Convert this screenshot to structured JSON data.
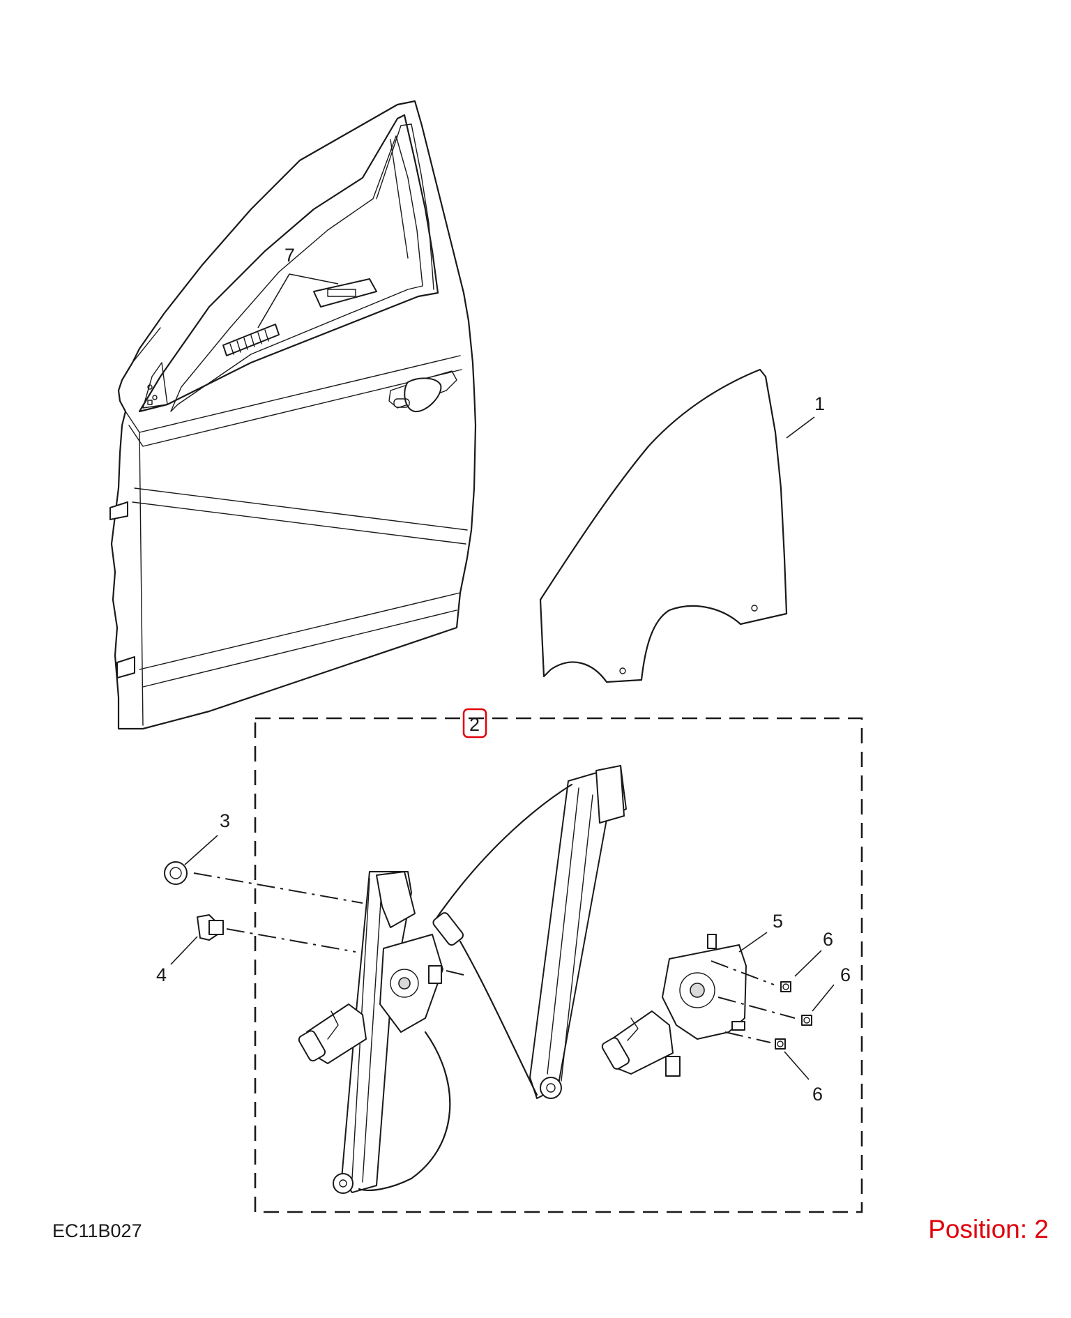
{
  "diagram": {
    "callouts": [
      {
        "id": "1",
        "label": "1"
      },
      {
        "id": "2",
        "label": "2",
        "highlighted": true
      },
      {
        "id": "3",
        "label": "3"
      },
      {
        "id": "4",
        "label": "4"
      },
      {
        "id": "5",
        "label": "5"
      },
      {
        "id": "6a",
        "label": "6"
      },
      {
        "id": "6b",
        "label": "6"
      },
      {
        "id": "6c",
        "label": "6"
      },
      {
        "id": "7",
        "label": "7"
      }
    ],
    "drawing_code": "EC11B027",
    "position_text": "Position: 2",
    "highlight_color": "#e0000b",
    "line_color": "#1a1a1a"
  }
}
